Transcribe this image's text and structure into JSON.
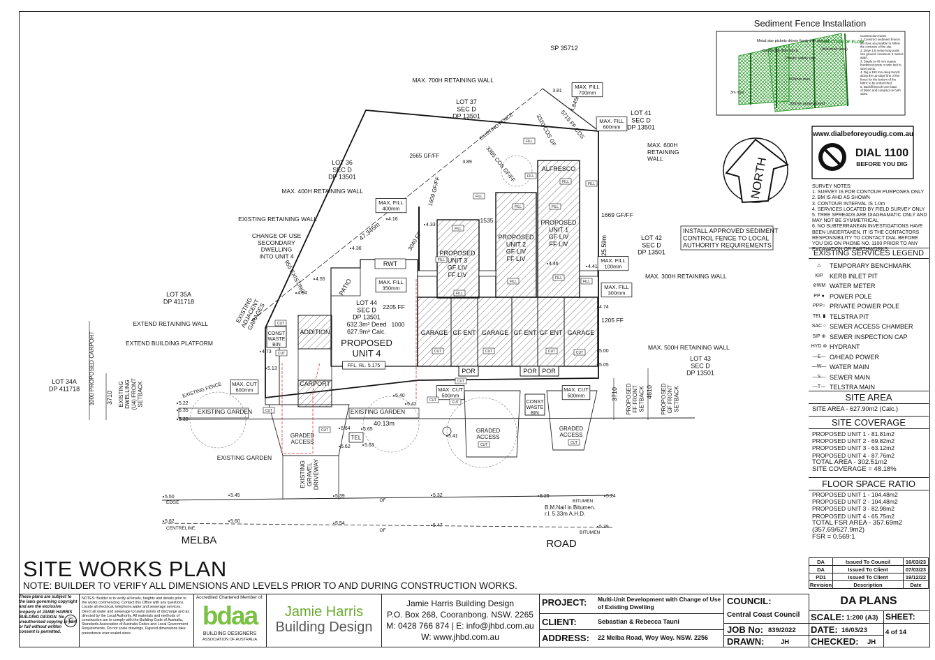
{
  "sediment": {
    "title": "Sediment Fence Installation",
    "labels": {
      "pickets": "Metal star pickets driven firmly into ground",
      "fabric": "Geotextile filter fabric",
      "cap": "Plastic safety cap",
      "direction": "DIRECTION OF FLOW",
      "disturbed": "(disturbed area)",
      "spacing": "3m max",
      "depth": "150mm underground",
      "height": "600mm max"
    },
    "notes": [
      "Construction Notes",
      "1. Construct sediment fences as close as possible to follow the contours of the site.",
      "2. Drive 1.5 metre long posts into ground, maximum 3 metres apart.",
      "3. Staple to 40 mm square hardwood posts or wire tied to steel posts.",
      "4. Dig a 150 mm deep trench along the up-slope line of the fence for the bottom of the fabric to be entrenched.",
      "5. Backfill trench over base of fabric and compact on both sides."
    ]
  },
  "dial": {
    "url": "www.dialbeforeyoudig.com.au",
    "number": "DIAL 1100",
    "sub": "BEFORE YOU DIG"
  },
  "north": "NORTH",
  "survey_notes": [
    "SURVEY NOTES:",
    "1. SURVEY IS FOR CONTOUR PURPOSES ONLY",
    "2. BM IS AHD AS SHOWN",
    "3. CONTOUR INTERVAL IS 1.0m",
    "4. SERVICES LOCATED BY FIELD SURVEY ONLY",
    "5. TREE SPREADS ARE DIAGRAMATIC ONLY AND MAY NOT BE SYMMETRICAL",
    "6. NO SUBTERRANEAN INVESTIGATIONS HAVE BEEN UNDERTAKEN. IT IS THE CONTACTORS RESPONSIBILITY TO CONTACT DIAL BEFORE YOU DIG ON PHONE NO. 1100 PRIOR TO ANY EXCAVATION OR EARTHWORKS."
  ],
  "legend": {
    "title": "EXISTING SERVICES LEGEND",
    "items": [
      {
        "sym": "△",
        "label": "TEMPORARY BENCHMARK"
      },
      {
        "sym": "KIP",
        "label": "KERB INLET PIT"
      },
      {
        "sym": "⊘WM",
        "label": "WATER METER"
      },
      {
        "sym": "PP ●",
        "label": "POWER POLE"
      },
      {
        "sym": "PPP○",
        "label": "PRIVATE POWER POLE"
      },
      {
        "sym": "TEL ▮",
        "label": "TELSTRA PIT"
      },
      {
        "sym": "SAC ○",
        "label": "SEWER ACCESS CHAMBER"
      },
      {
        "sym": "SIP ⊕",
        "label": "SEWER INSPECTION CAP"
      },
      {
        "sym": "HYD ⊛",
        "label": "HYDRANT"
      },
      {
        "sym": "—E—",
        "label": "O/HEAD POWER"
      },
      {
        "sym": "—W—",
        "label": "WATER MAIN"
      },
      {
        "sym": "—S—",
        "label": "SEWER MAIN"
      },
      {
        "sym": "—T—",
        "label": "TELSTRA MAIN"
      }
    ]
  },
  "site_area": {
    "title": "SITE AREA",
    "value": "SITE AREA - 627.90m2 (Calc.)"
  },
  "coverage": {
    "title": "SITE COVERAGE",
    "lines": [
      "PROPOSED UNIT 1 - 81.81m2",
      "PROPOSED UNIT 2 - 69.82m2",
      "PROPOSED UNIT 3 - 63.12m2",
      "PROPOSED UNIT 4 - 87.76m2"
    ],
    "total": "TOTAL AREA - 302.51m2",
    "pct": "SITE COVERAGE = 48.18%"
  },
  "fsr": {
    "title": "FLOOR SPACE RATIO",
    "lines": [
      "PROPOSED UNIT 1 - 104.48m2",
      "PROPOSED UNIT 2 - 104.48m2",
      "PROPOSED UNIT 3 - 82.98m2",
      "PROPOSED UNIT 4 - 65.75m2"
    ],
    "total": "TOTAL FSR AREA - 357.69m2",
    "calc": "(357.69/627.9m2)",
    "ratio": "FSR = 0.569:1"
  },
  "revisions": [
    {
      "rev": "DA",
      "desc": "Issued To Council",
      "date": "16/03/23"
    },
    {
      "rev": "DA",
      "desc": "Issued To Client",
      "date": "07/03/23"
    },
    {
      "rev": "PD1",
      "desc": "Issued To Client",
      "date": "19/12/22"
    },
    {
      "rev": "Revision",
      "desc": "Description",
      "date": "Date"
    }
  ],
  "plan_title": "SITE WORKS PLAN",
  "plan_note": "NOTE: BUILDER TO VERIFY ALL DIMENSIONS AND LEVELS PRIOR TO AND DURING CONSTRUCTION WORKS.",
  "copyright": "These plans are subject to the laws governing copyright and are the exclusive property of JAMIE HARRIS BUILDING DESIGN. No unauthorised copying in part or full without written consent is permitted.",
  "builder_notes": "NOTES: Builder is to verify all levels, heights and details prior to the works commencing. Contact this Office with any questions. Locate all electrical, telephone,water and sewerage services. Direct all water and sewerage to lawful points of discharge and as directed by the Local Authority. All materials and methods of construction are to comply with the Building Code of Australia, Standards Association of Australia Codes and Local Government Requirements. Do not scale drawings. Figured dimensions take precedence over scaled sizes.",
  "bdaa": {
    "top": "Accredited Chartered Member of:",
    "logo": "bdaa",
    "line1": "BUILDING DESIGNERS",
    "line2": "ASSOCIATION OF AUSTRALIA"
  },
  "firm": {
    "logo1": "Jamie Harris",
    "logo2": "Building Design",
    "name": "Jamie Harris Building Design",
    "address": "P.O. Box 268, Cooranbong. NSW. 2265",
    "contact": "M: 0428 766 874 | E: info@jhbd.com.au",
    "web": "W: www.jhbd.com.au"
  },
  "project": {
    "project_label": "PROJECT:",
    "project_value": "Multi-Unit Development with Change of Use of Existing Dwelling",
    "client_label": "CLIENT:",
    "client_value": "Sebastian & Rebecca Tauni",
    "address_label": "ADDRESS:",
    "address_value": "22 Melba Road, Woy Woy. NSW. 2256"
  },
  "council": {
    "label": "COUNCIL:",
    "value": "Central Coast Council",
    "job_label": "JOB No:",
    "job_value": "839/2022",
    "drawn_label": "DRAWN:",
    "drawn_value": "JH"
  },
  "da": {
    "title": "DA PLANS",
    "scale_label": "SCALE:",
    "scale_value": "1:200 (A3)",
    "sheet_label": "SHEET:",
    "date_label": "DATE:",
    "date_value": "16/03/23",
    "sheet_value": "4 of 14",
    "checked_label": "CHECKED:",
    "checked_value": "JH"
  },
  "plan": {
    "sp": "SP 35712",
    "lot37": [
      "LOT 37",
      "SEC D",
      "DP 13501"
    ],
    "lot41": [
      "LOT 41",
      "SEC D",
      "DP 13501"
    ],
    "lot36": [
      "LOT 36",
      "SEC D",
      "DP 13501"
    ],
    "lot42": [
      "LOT 42",
      "SEC D",
      "DP 13501"
    ],
    "lot44": [
      "LOT 44",
      "SEC D",
      "DP 13501",
      "632.3m² Deed",
      "627.9m² Calc."
    ],
    "lot35a": [
      "LOT 35A",
      "DP 411718"
    ],
    "lot34a": [
      "LOT 34A",
      "DP 411718"
    ],
    "lot43": [
      "LOT 43",
      "SEC D",
      "DP 13501"
    ],
    "ret700": "MAX. 700H RETAINING WALL",
    "ret600": [
      "MAX. 600H",
      "RETAINING",
      "WALL"
    ],
    "ret400": "MAX. 400H RETAINING WALL",
    "ret300": "MAX. 300H RETAINING WALL",
    "ret500": "MAX. 500H RETAINING WALL",
    "existing_ret": "EXISTING RETAINING WALL",
    "change_use": [
      "CHANGE OF USE",
      "SECONDARY",
      "DWELLING",
      "INTO UNIT 4"
    ],
    "extend_ret": "EXTEND RETAINING WALL",
    "extend_plat": "EXTEND BUILDING PLATFORM",
    "sediment_note": [
      "INSTALL APPROVED SEDIMENT",
      "CONTROL FENCE TO LOCAL",
      "AUTHORITY REQUIREMENTS"
    ],
    "existing_garages": [
      "EXISTING",
      "ADJACENT",
      "GARAGES"
    ],
    "unit1": [
      "PROPOSED",
      "UNIT 1",
      "GF LIV",
      "FF LIV"
    ],
    "unit2": [
      "PROPOSED",
      "UNIT 2",
      "GF LIV",
      "FF LIV"
    ],
    "unit3": [
      "PROPOSED",
      "UNIT 3",
      "GF LIV",
      "FF LIV"
    ],
    "unit4": [
      "PROPOSED",
      "UNIT 4"
    ],
    "ffl_unit4": "FFL. RL. 5.175",
    "alfresco": "ALFRESCO",
    "garage": "GARAGE",
    "gf_ent": "GF ENT",
    "addition": "ADDITION",
    "carport": "CARPORT",
    "patio": "PATIO",
    "rwt": "RWT",
    "por": "POR",
    "const_waste": [
      "CONST",
      "WASTE",
      "BIN"
    ],
    "graded_access": [
      "GRADED",
      "ACCESS"
    ],
    "existing_garden": "EXISTING GARDEN",
    "existing_gravel": [
      "EXISTING",
      "GRAVEL",
      "DRIVEWAY"
    ],
    "melba": "MELBA",
    "road": "ROAD",
    "edge": "EDGE",
    "centreline": "CENTRELINE",
    "bitumen": "BITUMEN",
    "of": "OF",
    "bm": [
      "B.M.Nail in Bitumen.",
      "r.l. 5.33m A.H.D."
    ],
    "tel": "TEL",
    "cut": "CUT",
    "fill": "FILL",
    "dims": {
      "d4845": "4.845m",
      "d381": "3.81",
      "d5715": "5715 FF COS",
      "d3320": "3320 COS GF",
      "d2665": "2665 GF/FF",
      "d389": "3.89",
      "d3385": "3385 COS GF/FF",
      "d47345": "47.345m",
      "d3040": "3040 FF",
      "d1659": "1659 GF/FF",
      "d1535": "1535",
      "d1669": "1669 GF/FF",
      "d2559": "25.59m",
      "d2205": "2205 FF",
      "d1000": "1000",
      "d1205": "1205 FF",
      "d4013": "40.13m",
      "d955": "955 EXISTING",
      "d3710a": "3710",
      "d3710b": "3710",
      "d4610": "4610",
      "d1000c": "1000 PROPOSED CARPORT",
      "setback1": [
        "EXISTING",
        "DWELLING",
        "(U4) FRONT",
        "SETBACK"
      ],
      "setback2": [
        "PROPOSED",
        "FF FRONT",
        "SETBACK"
      ],
      "setback3": [
        "PROPOSED",
        "GF FRONT",
        "SETBACK"
      ],
      "existing_fence": "EXISTING FENCE",
      "existing_fence2": "EXISTING FENCE"
    },
    "maxfill700": [
      "MAX. FILL",
      "700mm"
    ],
    "maxfill600": [
      "MAX. FILL",
      "600mm"
    ],
    "maxfill400": [
      "MAX. FILL",
      "400mm"
    ],
    "maxfill350": [
      "MAX. FILL",
      "350mm"
    ],
    "maxfill100": [
      "MAX. FILL",
      "100mm"
    ],
    "maxfill300": [
      "MAX. FILL",
      "300mm"
    ],
    "maxcut600": [
      "MAX. CUT",
      "600mm"
    ],
    "maxcut500a": [
      "MAX. CUT",
      "500mm"
    ],
    "maxcut500b": [
      "MAX. CUT",
      "500mm"
    ],
    "levels": {
      "l550": "5.50",
      "l545": "5.45",
      "l539": "5.39",
      "l532": "5.32",
      "l529": "5.29",
      "l524": "5.24",
      "l562": "5.62",
      "l560": "5.60",
      "l554": "5.54",
      "l547": "5.47",
      "l539b": "5.39",
      "l473": "4.73",
      "l513": "5.13",
      "l522": "5.22",
      "l535": "5.35",
      "l530": "5.30",
      "l436": "4.36",
      "l416": "4.16",
      "l455": "4.55",
      "l454": "4.54",
      "l433": "4.33",
      "l441": "4.41",
      "l446": "4.46",
      "l474": "4.74",
      "l500": "5.00",
      "l505": "5.05",
      "l540": "5.40",
      "l542": "5.42",
      "l564": "5.64",
      "l565": "5.65",
      "l563": "5.63",
      "l562b": "5.62",
      "l541": "5.41"
    }
  }
}
